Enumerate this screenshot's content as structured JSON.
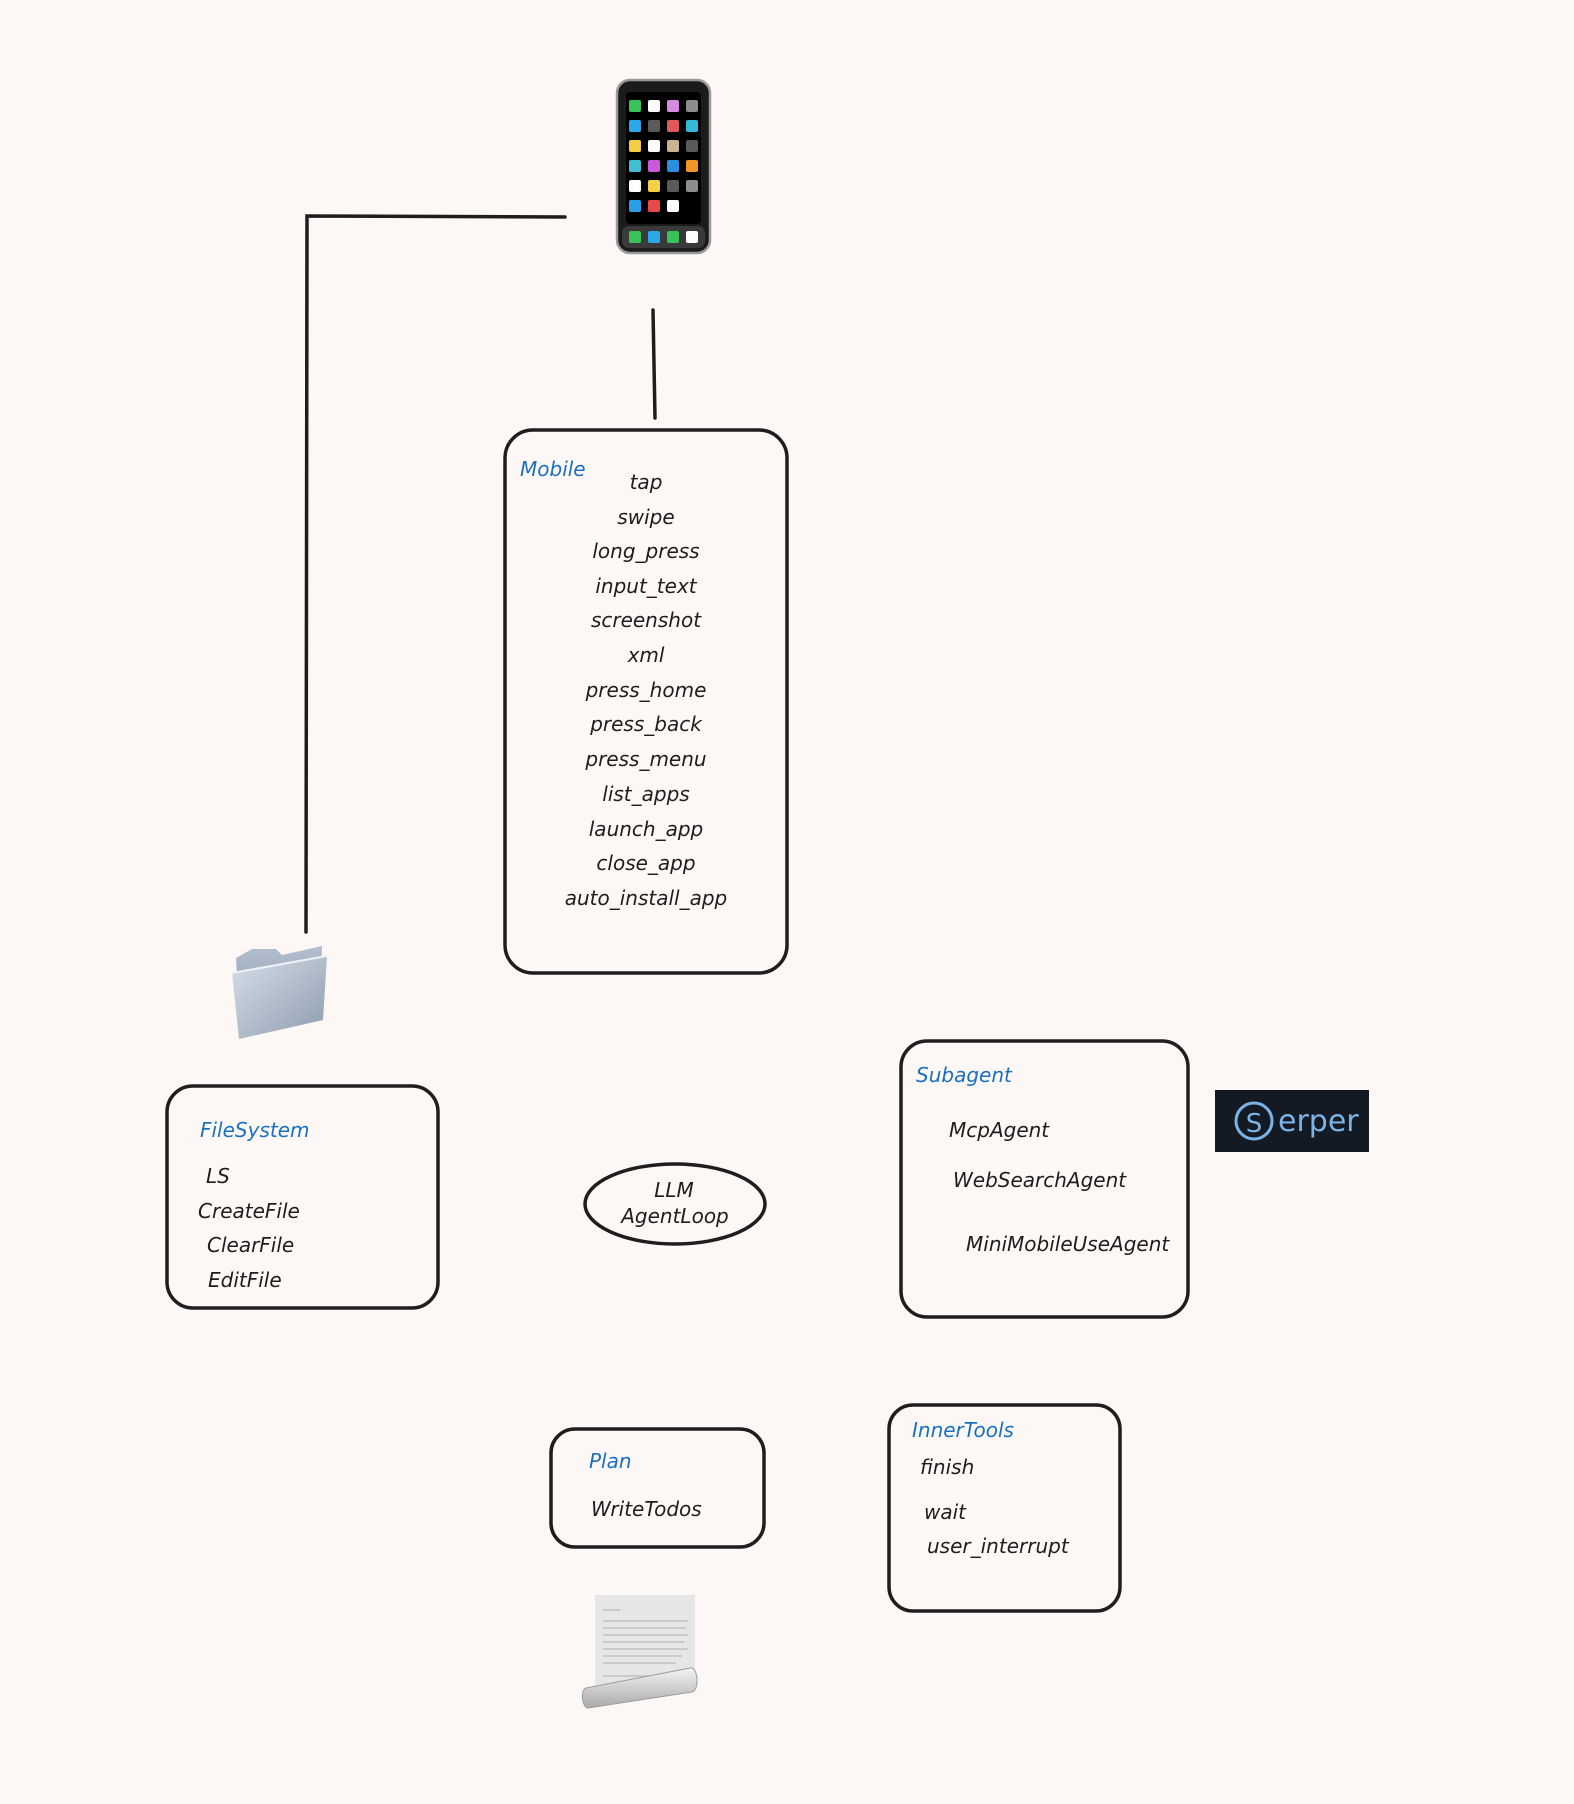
{
  "mobile": {
    "title": "Mobile",
    "items": [
      "tap",
      "swipe",
      "long_press",
      "input_text",
      "screenshot",
      "xml",
      "press_home",
      "press_back",
      "press_menu",
      "list_apps",
      "launch_app",
      "close_app",
      "auto_install_app"
    ]
  },
  "filesystem": {
    "title": "FileSystem",
    "items": [
      "LS",
      "CreateFile",
      "ClearFile",
      "EditFile"
    ]
  },
  "llm": {
    "line1": "LLM",
    "line2": "AgentLoop"
  },
  "subagent": {
    "title": "Subagent",
    "items": [
      "McpAgent",
      "WebSearchAgent",
      "MiniMobileUseAgent"
    ]
  },
  "serper": {
    "logo_letter": "S",
    "logo_text": "erper",
    "bg_color": "#141a24",
    "fg_color": "#7ab3e6"
  },
  "plan": {
    "title": "Plan",
    "items": [
      "WriteTodos"
    ]
  },
  "innertools": {
    "title": "InnerTools",
    "items": [
      "finish",
      "wait",
      "user_interrupt"
    ]
  },
  "icons": {
    "phone": "smartphone-icon",
    "folder": "folder-icon",
    "document": "document-scroll-icon"
  },
  "colors": {
    "background": "#fdf7f5",
    "stroke": "#1e1e1e",
    "title": "#1971c2"
  }
}
